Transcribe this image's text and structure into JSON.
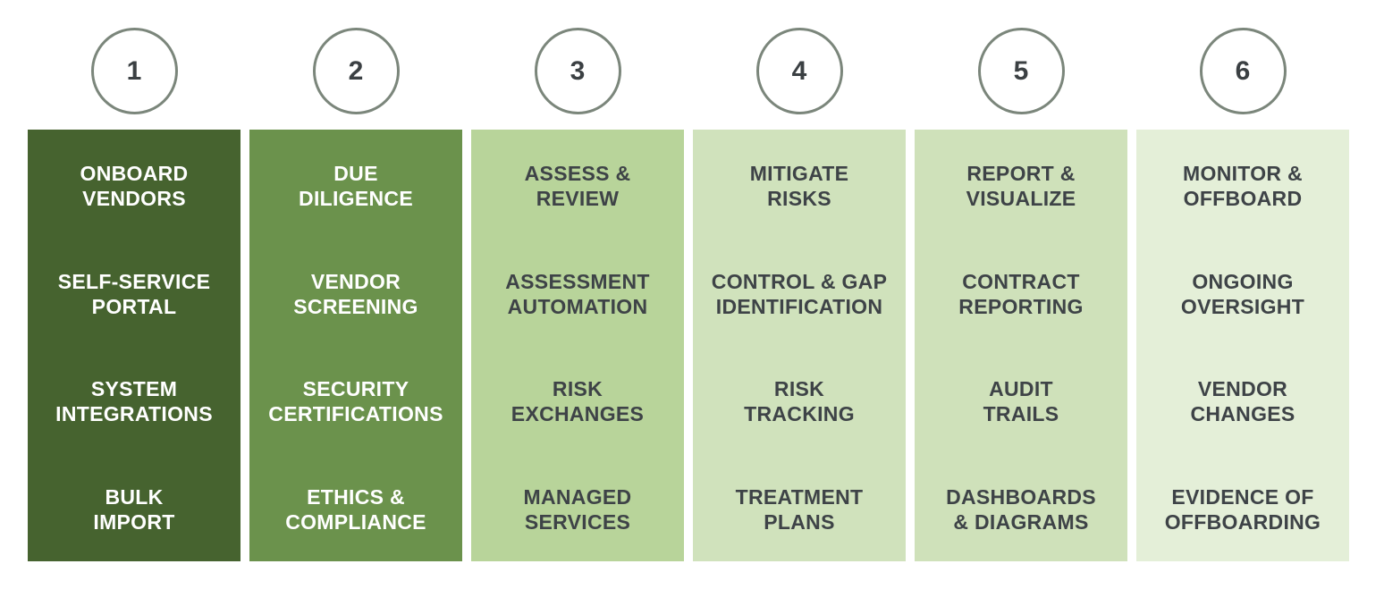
{
  "diagram": {
    "colors": {
      "background": "#ffffff",
      "circle_border": "#7b867b",
      "circle_fill": "#ffffff",
      "circle_number_color": "#3b4043",
      "light_text": "#ffffff",
      "dark_text": "#3e4347"
    },
    "steps": [
      {
        "number": "1",
        "panel_color": "#46632f",
        "text_color": "#ffffff",
        "items": [
          "ONBOARD\nVENDORS",
          "SELF-SERVICE\nPORTAL",
          "SYSTEM\nINTEGRATIONS",
          "BULK\nIMPORT"
        ]
      },
      {
        "number": "2",
        "panel_color": "#6b924c",
        "text_color": "#ffffff",
        "items": [
          "DUE\nDILIGENCE",
          "VENDOR\nSCREENING",
          "SECURITY\nCERTIFICATIONS",
          "ETHICS &\nCOMPLIANCE"
        ]
      },
      {
        "number": "3",
        "panel_color": "#b8d49a",
        "text_color": "#3e4347",
        "items": [
          "ASSESS &\nREVIEW",
          "ASSESSMENT\nAUTOMATION",
          "RISK\nEXCHANGES",
          "MANAGED\nSERVICES"
        ]
      },
      {
        "number": "4",
        "panel_color": "#d0e2bc",
        "text_color": "#3e4347",
        "items": [
          "MITIGATE\nRISKS",
          "CONTROL & GAP\nIDENTIFICATION",
          "RISK\nTRACKING",
          "TREATMENT\nPLANS"
        ]
      },
      {
        "number": "5",
        "panel_color": "#cfe1ba",
        "text_color": "#3e4347",
        "items": [
          "REPORT &\nVISUALIZE",
          "CONTRACT\nREPORTING",
          "AUDIT\nTRAILS",
          "DASHBOARDS\n& DIAGRAMS"
        ]
      },
      {
        "number": "6",
        "panel_color": "#e4efd8",
        "text_color": "#3e4347",
        "items": [
          "MONITOR &\nOFFBOARD",
          "ONGOING\nOVERSIGHT",
          "VENDOR\nCHANGES",
          "EVIDENCE OF\nOFFBOARDING"
        ]
      }
    ]
  }
}
